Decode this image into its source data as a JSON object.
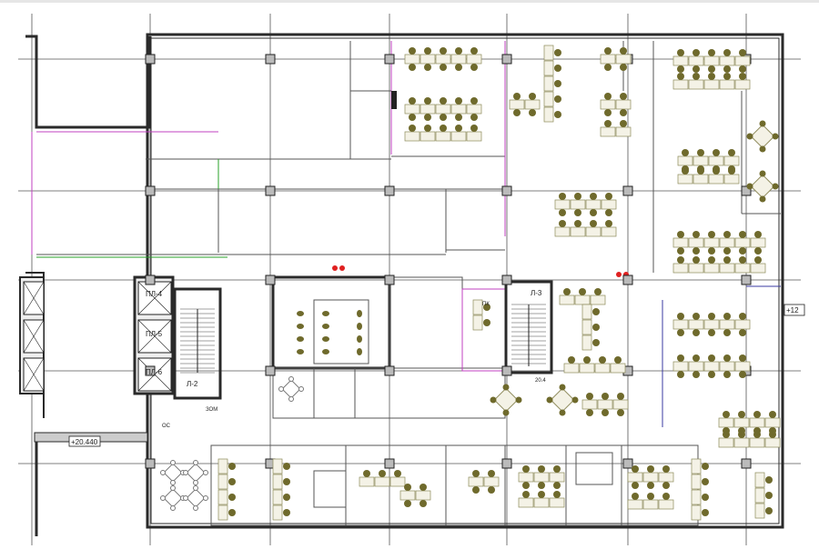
{
  "labels": {
    "lift_4": "ПЛ-4",
    "lift_5": "ПЛ-5",
    "lift_6": "ПЛ-6",
    "stair_2": "Л-2",
    "stair_3": "Л-3",
    "elevation": "+20.440",
    "stair_level": "20.4",
    "elevation_right": "+12",
    "room_pk": "ПК",
    "room_os": "ОС",
    "room_zom": "ЗОМ"
  },
  "colors": {
    "wall": "#2a2a2a",
    "grid": "#555555",
    "furniture": "#6f6a2c",
    "desk": "#8d8a5a",
    "partition_magenta": "#c040c0",
    "partition_blue": "#3a3aa0",
    "fire_red": "#e02020",
    "green_line": "#2aa02a"
  }
}
